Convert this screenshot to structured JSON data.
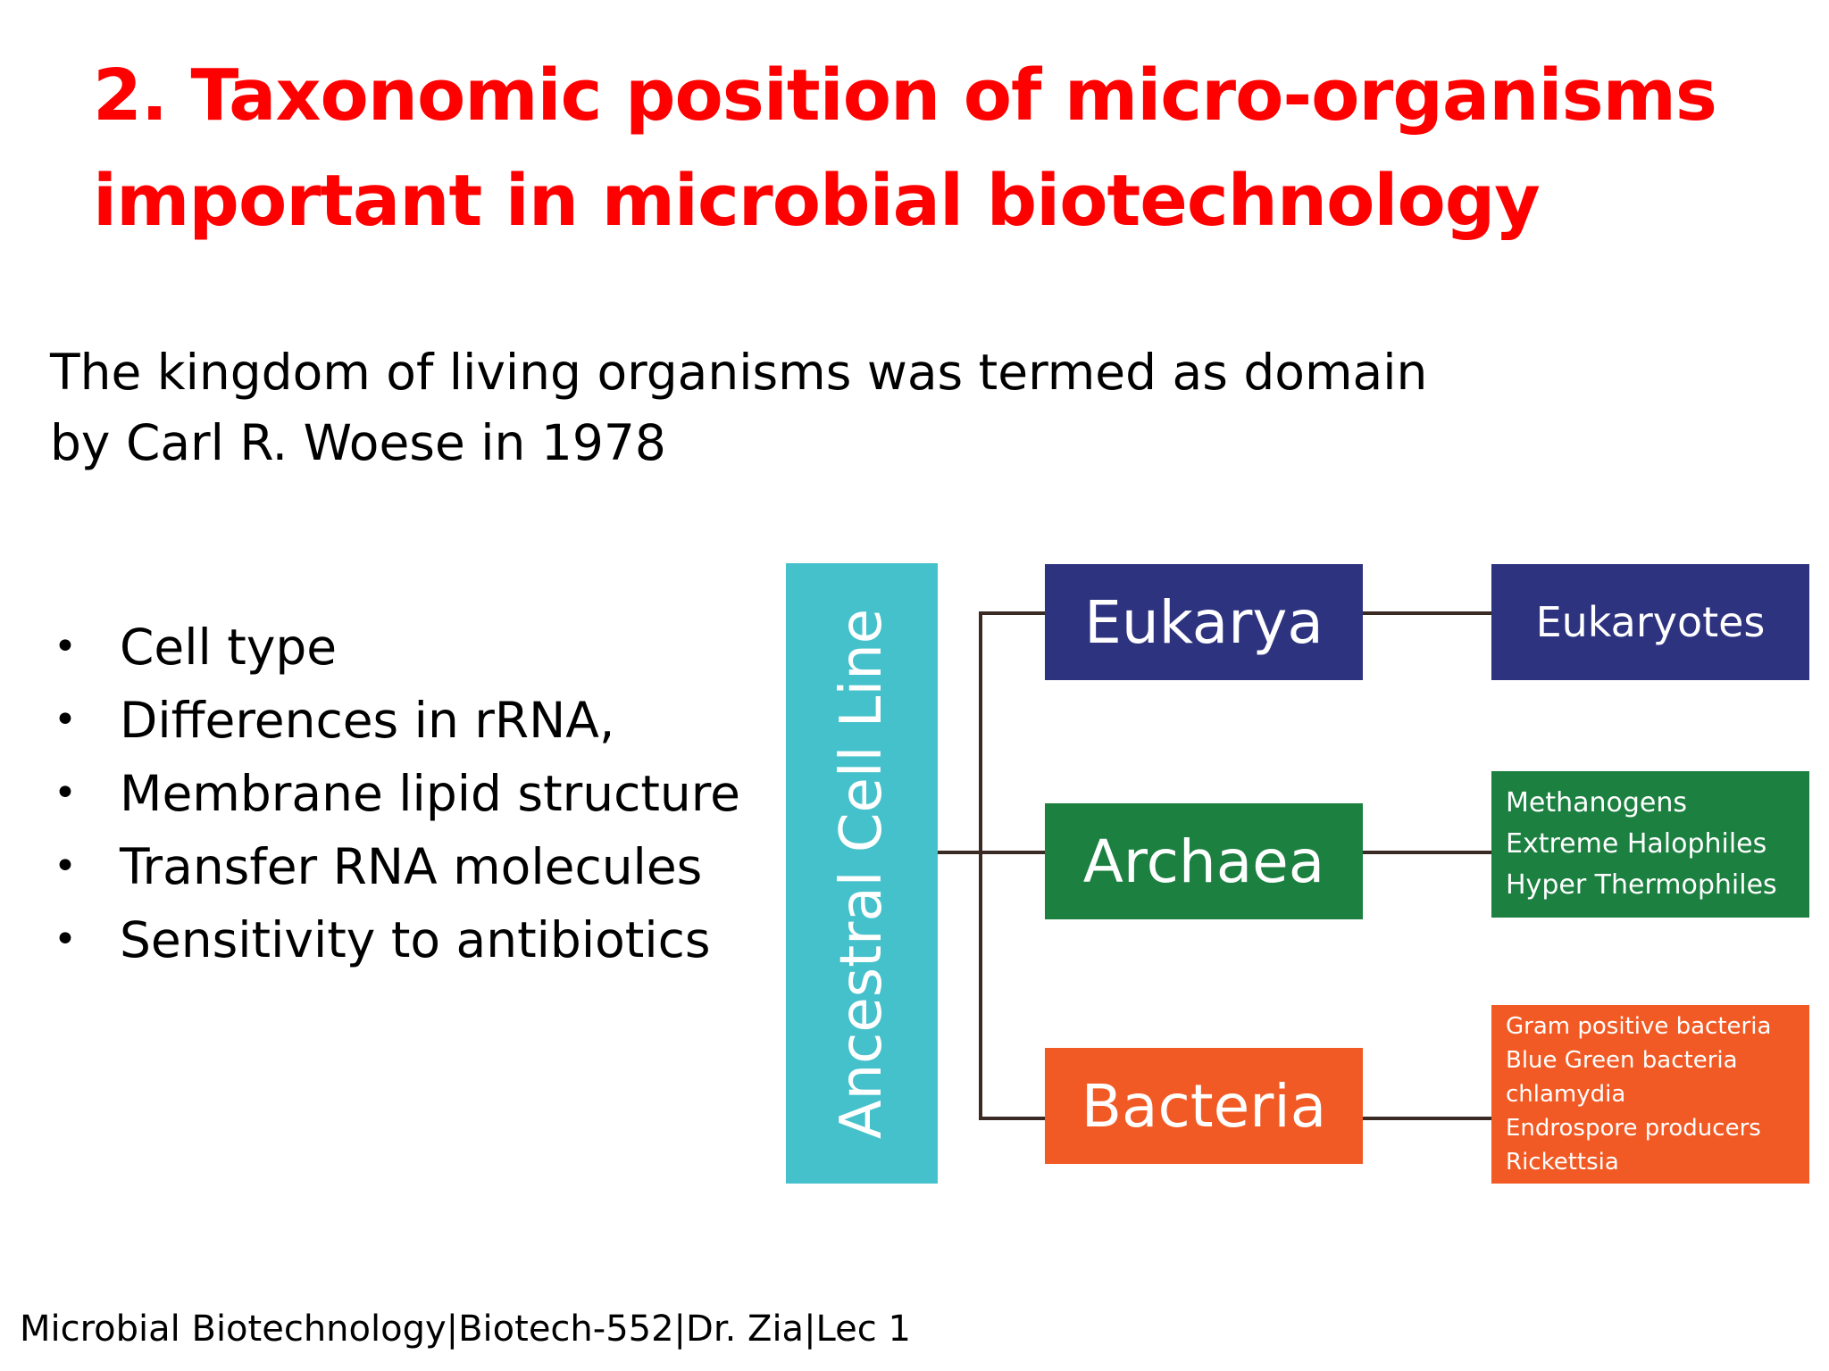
{
  "title": {
    "line1": "2. Taxonomic position  of micro-organisms",
    "line2": "important in microbial biotechnology"
  },
  "intro": {
    "line1": "The kingdom of living organisms was termed as domain",
    "line2": "by Carl R. Woese in 1978"
  },
  "bullet_glyph": "•",
  "bullets": [
    "Cell type",
    "Differences in rRNA,",
    "Membrane lipid structure",
    "Transfer RNA molecules",
    "Sensitivity to antibiotics"
  ],
  "diagram": {
    "root_label": "Ancestral Cell Line",
    "domains": [
      {
        "label": "Eukarya",
        "color": "#2e3380"
      },
      {
        "label": "Archaea",
        "color": "#1c8040"
      },
      {
        "label": "Bacteria",
        "color": "#f15a24"
      }
    ],
    "eukarya_groups": [
      "Eukaryotes"
    ],
    "archaea_groups": [
      "Methanogens",
      "Extreme Halophiles",
      "Hyper Thermophiles"
    ],
    "bacteria_groups": [
      "Gram positive bacteria",
      "Blue Green bacteria",
      "chlamydia",
      "Endrospore producers",
      "Rickettsia"
    ],
    "root_color": "#45c1cb",
    "connector_color": "#3a2a24"
  },
  "footer": "Microbial Biotechnology|Biotech-552|Dr. Zia|Lec 1",
  "colors": {
    "title": "#ff0000",
    "text": "#000000",
    "background": "#ffffff"
  }
}
